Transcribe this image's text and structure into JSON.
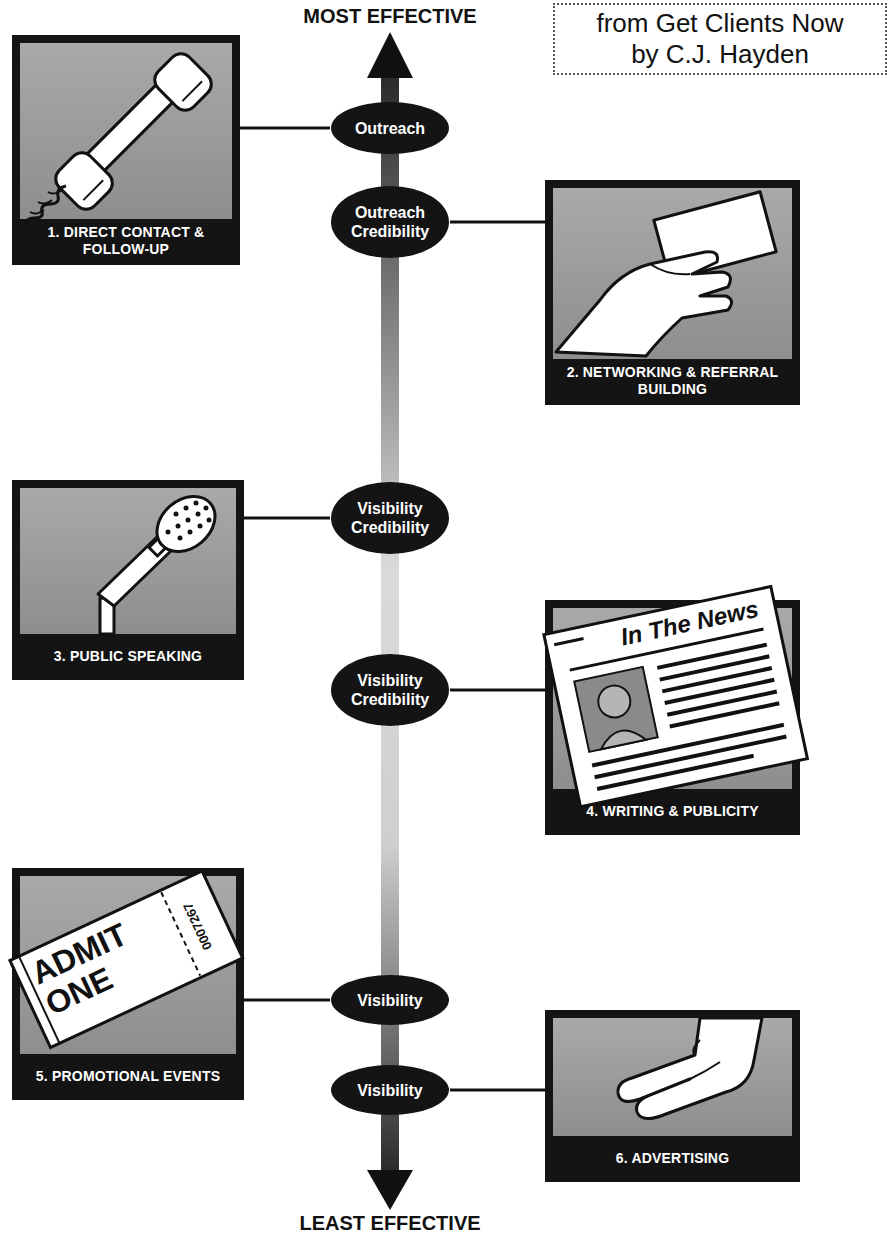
{
  "diagram": {
    "caption": "from Get Clients Now by C.J. Hayden",
    "nodes": [
      {
        "text": [
          "1. DIRECT CONTACT & FOLLOW-UP"
        ]
      },
      {
        "text": [
          "Outreach"
        ]
      },
      {
        "text": [
          "Outreach Credibility"
        ]
      },
      {
        "text": [
          "2. NETWORKING & REFERRAL BUILDING"
        ]
      },
      {
        "text": [
          "3. PUBLIC SPEAKING"
        ]
      },
      {
        "text": [
          "Visibility Credibility"
        ]
      },
      {
        "text": [
          "Visibility Credibility"
        ]
      },
      {
        "text": [
          "4. WRITING & PUBLICITY"
        ]
      },
      {
        "text": [
          "5. PROMOTIONAL EVENTS"
        ]
      },
      {
        "text": [
          "Visibility"
        ]
      },
      {
        "text": [
          "Visibility"
        ]
      },
      {
        "text": [
          "6. ADVERTISING"
        ]
      }
    ],
    "edges": [
      {
        "from": 0,
        "to": 1,
        "arrow": "none"
      },
      {
        "from": 3,
        "to": 2,
        "arrow": "none"
      },
      {
        "from": 4,
        "to": 5,
        "arrow": "none"
      },
      {
        "from": 7,
        "to": 6,
        "arrow": "none"
      },
      {
        "from": 8,
        "to": 9,
        "arrow": "none"
      },
      {
        "from": 11,
        "to": 10,
        "arrow": "none"
      }
    ],
    "labels": [
      "MOST EFFECTIVE",
      "LEAST EFFECTIVE",
      "In The News",
      "ADMIT ONE",
      "0007267"
    ]
  }
}
